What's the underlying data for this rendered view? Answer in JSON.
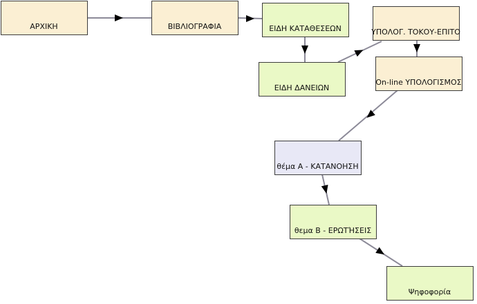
{
  "colors": {
    "beige": "#fbefd3",
    "green": "#eaf9c6",
    "lavender": "#e8e8f6",
    "edge": "#8c8a98",
    "arrow": "#000000",
    "border": "#3c3c3c"
  },
  "nodes": [
    {
      "id": "arxiki",
      "label": "ΑΡΧΙΚΗ",
      "fill": "beige"
    },
    {
      "id": "vivliografia",
      "label": "ΒΙΒΛΙΟΓΡΑΦΙΑ",
      "fill": "beige"
    },
    {
      "id": "eidi-katatheseon",
      "label": "ΕΙΔΗ ΚΑΤΑΘΕΣΕΩΝ",
      "fill": "green"
    },
    {
      "id": "ypolog-tokou",
      "label": "ΥΠΟΛΟΓ. ΤΟΚΟΥ-ΕΠΙΤΟ",
      "fill": "beige"
    },
    {
      "id": "eidi-daneion",
      "label": "ΕΙΔΗ ΔΑΝΕΙΩΝ",
      "fill": "green"
    },
    {
      "id": "online-ypologismos",
      "label": "On-line ΥΠΟΛΟΓΙΣΜΟΣ",
      "fill": "beige"
    },
    {
      "id": "thema-a",
      "label": "θέμα Α - ΚΑΤΑΝΟΗΣΗ",
      "fill": "lavender"
    },
    {
      "id": "thema-b",
      "label": "θεμα Β - ΕΡΩΤΉΣΕΙΣ",
      "fill": "green"
    },
    {
      "id": "psifoforia",
      "label": "Ψηφοφορία",
      "fill": "green"
    }
  ],
  "edges": [
    {
      "from": "arxiki",
      "to": "vivliografia"
    },
    {
      "from": "vivliografia",
      "to": "eidi-katatheseon"
    },
    {
      "from": "eidi-katatheseon",
      "to": "eidi-daneion"
    },
    {
      "from": "eidi-daneion",
      "to": "ypolog-tokou"
    },
    {
      "from": "ypolog-tokou",
      "to": "online-ypologismos"
    },
    {
      "from": "online-ypologismos",
      "to": "thema-a"
    },
    {
      "from": "thema-a",
      "to": "thema-b"
    },
    {
      "from": "thema-b",
      "to": "psifoforia"
    }
  ]
}
